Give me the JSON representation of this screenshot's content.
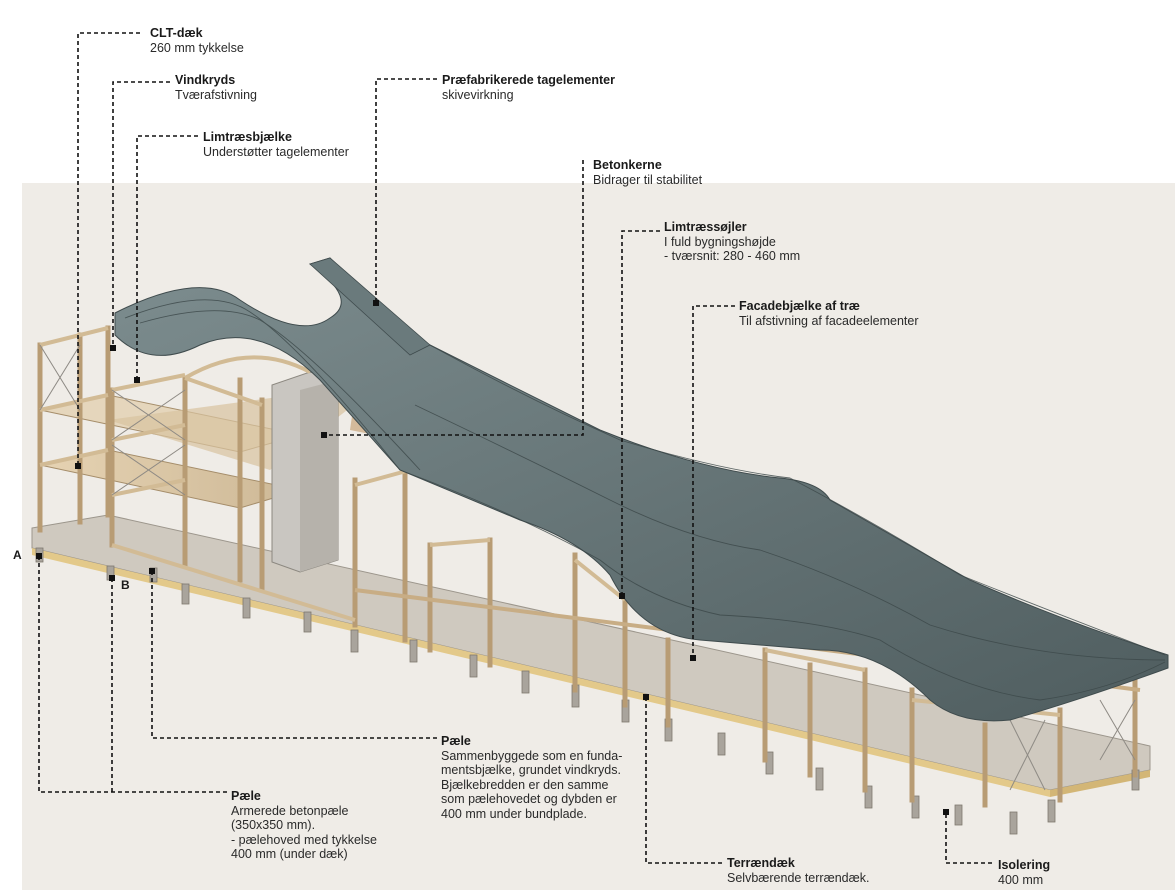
{
  "callouts": {
    "clt": {
      "title": "CLT-dæk",
      "desc": "260 mm tykkelse"
    },
    "vindkryds": {
      "title": "Vindkryds",
      "desc": "Tværafstivning"
    },
    "limtraesbjaelke": {
      "title": "Limtræsbjælke",
      "desc": "Understøtter tagelementer"
    },
    "praefab": {
      "title": "Præfabrikerede tagelementer",
      "desc": "skivevirkning"
    },
    "betonkerne": {
      "title": "Betonkerne",
      "desc": "Bidrager til stabilitet"
    },
    "limtraessojler": {
      "title": "Limtræssøjler",
      "desc": "I fuld bygningshøjde\n- tværsnit: 280 - 460 mm"
    },
    "facadebjaelke": {
      "title": "Facadebjælke af træ",
      "desc": "Til afstivning af facadeelementer"
    },
    "paele_beam": {
      "title": "Pæle",
      "desc": "Sammenbyggede som en funda-\nmentsbjælke, grundet vindkryds.\nBjælkebredden er den samme\nsom pælehovedet og dybden er\n400 mm under bundplade."
    },
    "paele_piles": {
      "title": "Pæle",
      "desc": "Armerede betonpæle\n(350x350 mm).\n- pælehoved med tykkelse\n400 mm (under dæk)"
    },
    "terraendaek": {
      "title": "Terrændæk",
      "desc": "Selvbærende terrændæk."
    },
    "isolering": {
      "title": "Isolering",
      "desc": "400 mm"
    }
  },
  "axis_markers": {
    "a": "A",
    "b": "B"
  },
  "colors": {
    "timber": "#d9c6a6",
    "timber_dark": "#b89c74",
    "roof": "#5b6a6c",
    "roof_light": "#8f9ea0",
    "concrete": "#c9c6c1",
    "slab": "#cfc9bf",
    "insulation": "#e3c98a",
    "leader": "#111111"
  }
}
